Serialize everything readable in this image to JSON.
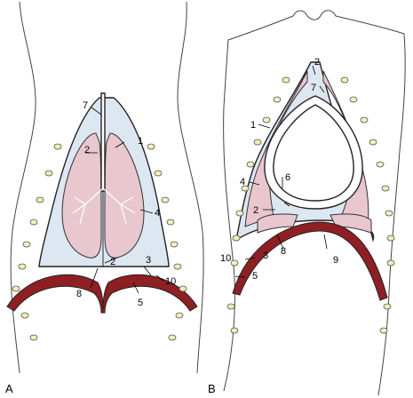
{
  "panels": [
    {
      "id": "A",
      "label": "A",
      "callouts": [
        "1",
        "2",
        "2",
        "3",
        "4",
        "5",
        "7",
        "8",
        "10"
      ]
    },
    {
      "id": "B",
      "label": "B",
      "callouts": [
        "1",
        "2",
        "2",
        "3",
        "4",
        "5",
        "6",
        "7",
        "8",
        "9",
        "10"
      ]
    }
  ],
  "colors": {
    "pleura": "#dde7f2",
    "lung": "#e8c7cf",
    "diaphragm": "#8e1f22",
    "rib": "#f5efb8"
  }
}
